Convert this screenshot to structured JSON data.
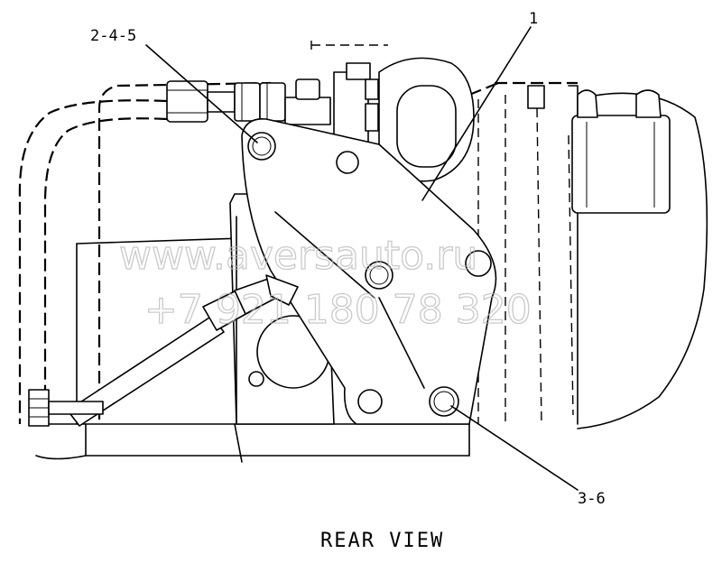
{
  "callouts": {
    "top_left": "2-4-5",
    "top_right": "1",
    "bottom_right": "3-6"
  },
  "caption": "REAR VIEW",
  "watermark": {
    "line1": "www.aversauto.ru",
    "line2": "+7 921 180 78 320"
  }
}
